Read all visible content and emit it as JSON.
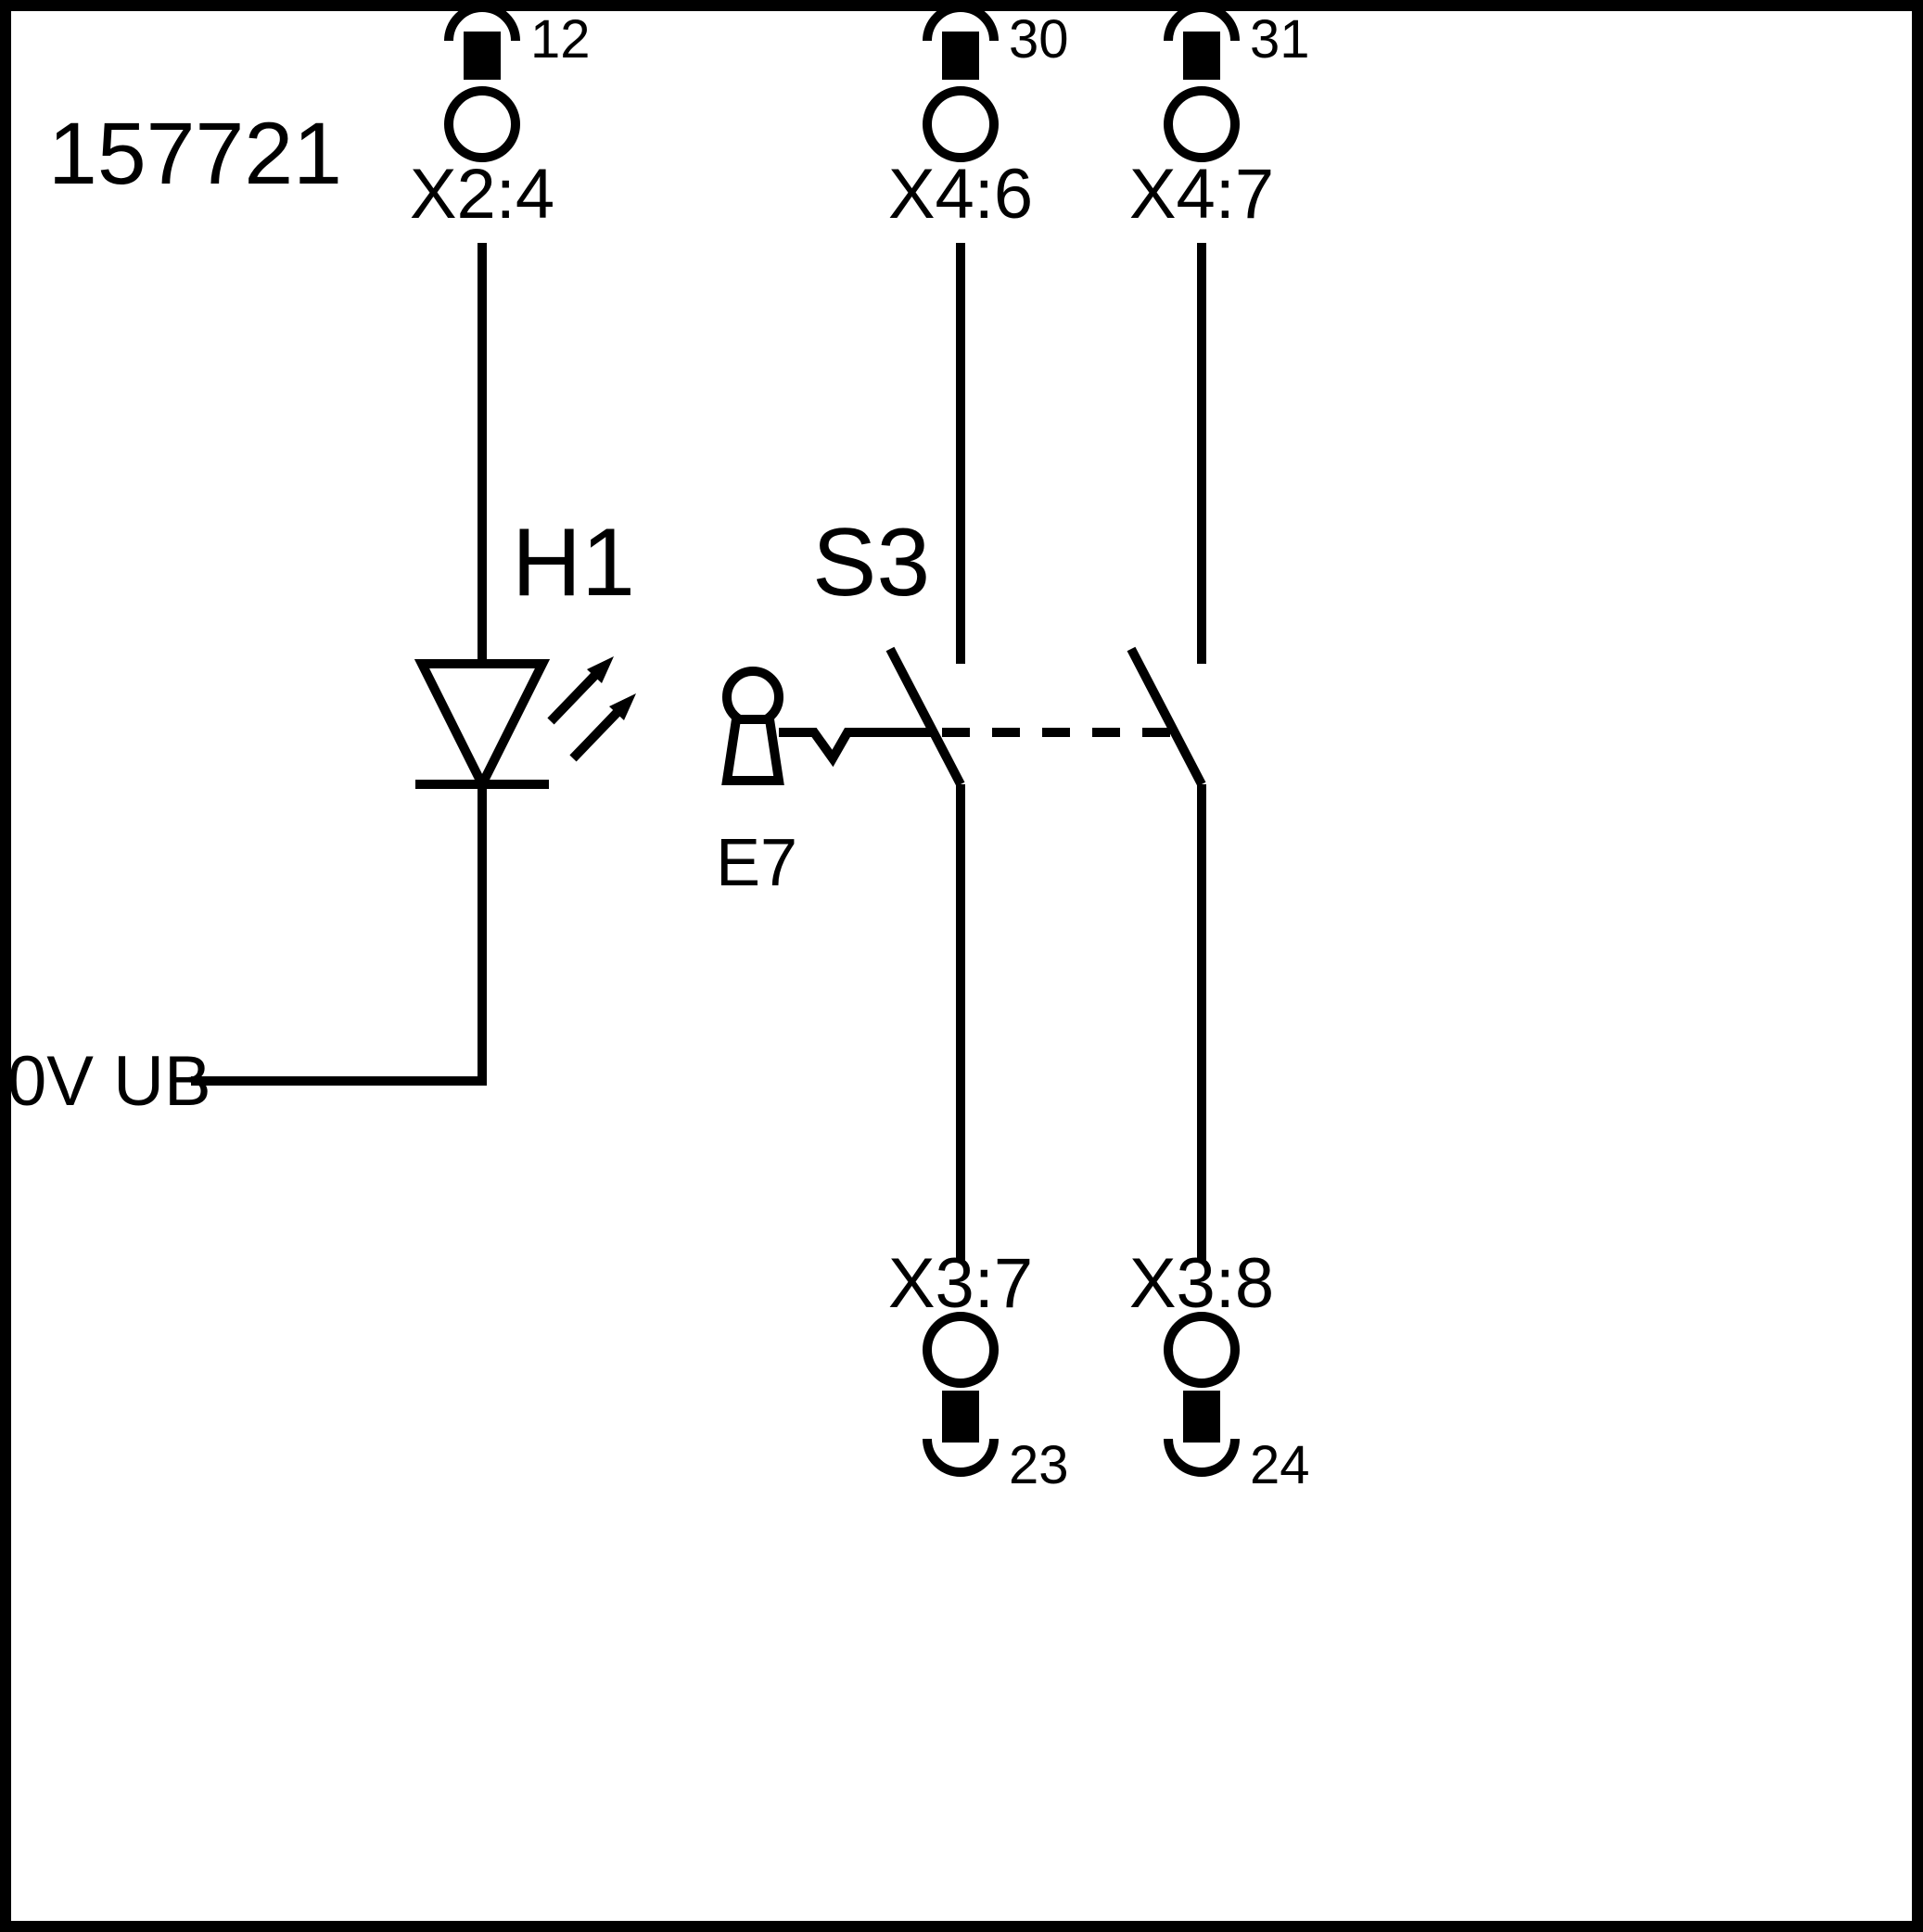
{
  "drawing": {
    "number": "157721",
    "supply_label": "0V UB"
  },
  "components": {
    "led": {
      "ref": "H1",
      "type": "indicator-lamp-led"
    },
    "switch": {
      "ref": "S3",
      "type": "two-pole-key-operated-switch"
    },
    "key": {
      "ref": "E7",
      "type": "key-actuator"
    }
  },
  "terminals_top": [
    {
      "pin": "12",
      "label": "X2:4"
    },
    {
      "pin": "30",
      "label": "X4:6"
    },
    {
      "pin": "31",
      "label": "X4:7"
    }
  ],
  "terminals_bottom": [
    {
      "pin": "23",
      "label": "X3:7"
    },
    {
      "pin": "24",
      "label": "X3:8"
    }
  ],
  "colors": {
    "line": "#000000",
    "background": "#ffffff"
  }
}
